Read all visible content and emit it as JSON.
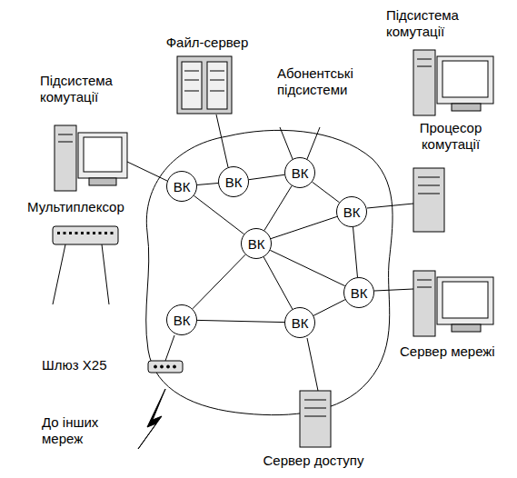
{
  "diagram": {
    "nodes": [
      {
        "text": [
          "ВК"
        ]
      },
      {
        "text": [
          "ВК"
        ]
      },
      {
        "text": [
          "ВК"
        ]
      },
      {
        "text": [
          "ВК"
        ]
      },
      {
        "text": [
          "ВК"
        ]
      },
      {
        "text": [
          "ВК"
        ]
      },
      {
        "text": [
          "ВК"
        ]
      },
      {
        "text": [
          "ВК"
        ]
      }
    ],
    "edges": [
      {
        "from": 0,
        "to": 1,
        "arrow": "none"
      },
      {
        "from": 1,
        "to": 2,
        "arrow": "none"
      },
      {
        "from": 2,
        "to": 3,
        "arrow": "none"
      },
      {
        "from": 0,
        "to": 4,
        "arrow": "none"
      },
      {
        "from": 2,
        "to": 4,
        "arrow": "none"
      },
      {
        "from": 3,
        "to": 4,
        "arrow": "none"
      },
      {
        "from": 4,
        "to": 5,
        "arrow": "none"
      },
      {
        "from": 4,
        "to": 6,
        "arrow": "none"
      },
      {
        "from": 4,
        "to": 7,
        "arrow": "none"
      },
      {
        "from": 3,
        "to": 5,
        "arrow": "none"
      },
      {
        "from": 5,
        "to": 7,
        "arrow": "none"
      },
      {
        "from": 6,
        "to": 7,
        "arrow": "none"
      }
    ],
    "labels": [
      "Підсистема комутації",
      "Файл-сервер",
      "Абонентські підсистеми",
      "Підсистема комутації",
      "Процесор комутації",
      "Мультиплексор",
      "Сервер мережі",
      "Шлюз X25",
      "До інших мереж",
      "Сервер доступу"
    ]
  }
}
